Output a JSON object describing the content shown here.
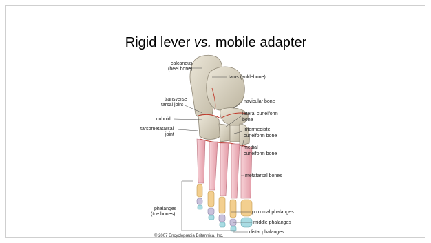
{
  "slide": {
    "title_main": "Rigid lever",
    "title_vs": "vs.",
    "title_rest": "mobile adapter"
  },
  "labels": {
    "calcaneus_1": "calcaneus",
    "calcaneus_2": "(heel bone)",
    "talus": "talus (anklebone)",
    "transverse_1": "transverse",
    "transverse_2": "tarsal joint",
    "navicular": "navicular bone",
    "cuboid": "cuboid",
    "lateral_1": "lateral cuneiform",
    "lateral_2": "bone",
    "tarsometatarsal_1": "tarsometatarsal",
    "tarsometatarsal_2": "joint",
    "intermediate_1": "intermediate",
    "intermediate_2": "cuneiform bone",
    "medial_1": "medial",
    "medial_2": "cuneiform bone",
    "metatarsal": "metatarsal bones",
    "phalanges_1": "phalanges",
    "phalanges_2": "(toe bones)",
    "proximal": "proximal phalanges",
    "middle": "middle phalanges",
    "distal": "distal phalanges"
  },
  "copyright": "© 2007 Encyclopædia Britannica, Inc.",
  "colors": {
    "tarsal_bone": "#d6d0bf",
    "metatarsal_bone": "#f0b8c0",
    "proximal_phalanx": "#f3cf8f",
    "middle_phalanx": "#c9c2dc",
    "distal_phalanx": "#a9dce3",
    "joint_line": "#c0392b"
  }
}
